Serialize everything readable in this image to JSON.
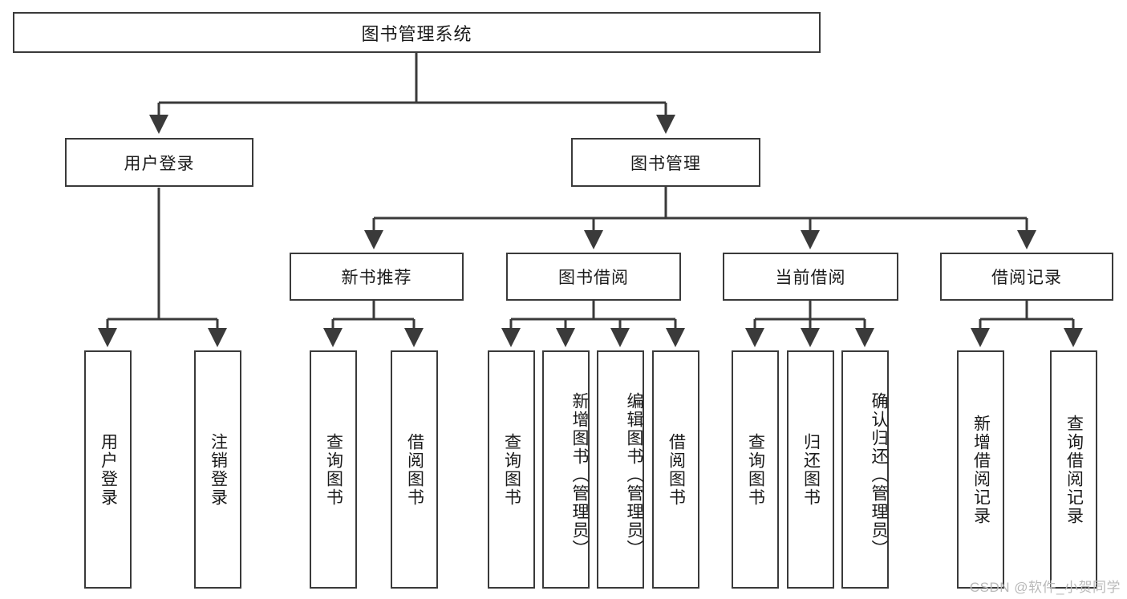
{
  "diagram": {
    "title": "图书管理系统",
    "type": "hierarchy-tree",
    "line_color": "#3a3a3a",
    "box_fill": "#ffffff",
    "text_color": "#1a1a1a",
    "root": {
      "label": "图书管理系统"
    },
    "level1": [
      {
        "label": "用户登录"
      },
      {
        "label": "图书管理"
      }
    ],
    "level2": [
      {
        "label": "新书推荐"
      },
      {
        "label": "图书借阅"
      },
      {
        "label": "当前借阅"
      },
      {
        "label": "借阅记录"
      }
    ],
    "leaves": {
      "user_login": [
        {
          "label": "用户登录"
        },
        {
          "label": "注销登录"
        }
      ],
      "new_book": [
        {
          "label": "查询图书"
        },
        {
          "label": "借阅图书"
        }
      ],
      "book_borrow": [
        {
          "label": "查询图书"
        },
        {
          "label": "新增图书（管理员）"
        },
        {
          "label": "编辑图书（管理员）"
        },
        {
          "label": "借阅图书"
        }
      ],
      "current_borrow": [
        {
          "label": "查询图书"
        },
        {
          "label": "归还图书"
        },
        {
          "label": "确认归还（管理员）"
        }
      ],
      "borrow_record": [
        {
          "label": "新增借阅记录"
        },
        {
          "label": "查询借阅记录"
        }
      ]
    }
  },
  "watermark": {
    "text": "CSDN @软件_小贺同学"
  }
}
